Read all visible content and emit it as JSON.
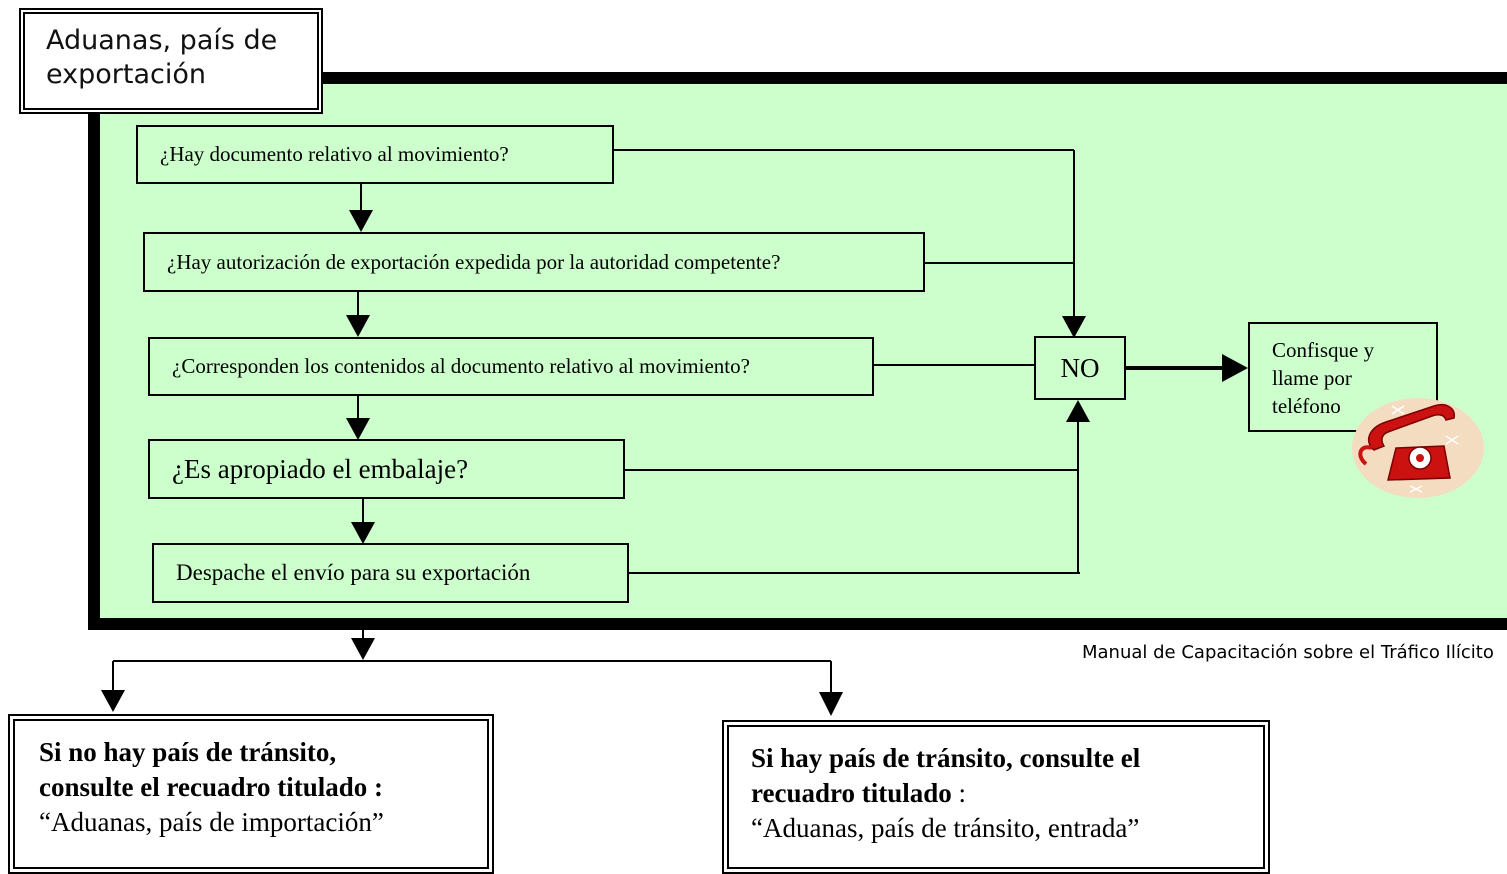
{
  "title": "Aduanas, país de exportación",
  "questions": [
    "¿Hay documento relativo al movimiento?",
    "¿Hay autorización de exportación expedida por la autoridad competente?",
    "¿Corresponden los contenidos al documento relativo al movimiento?",
    "¿Es apropiado el embalaje?",
    "Despache el envío para su exportación"
  ],
  "no_label": "NO",
  "confiscate": {
    "line1": "Confisque y",
    "line2": "llame por",
    "line3": "teléfono",
    "icon": "telephone-icon"
  },
  "footer_note": "Manual de Capacitación sobre el Tráfico Ilícito",
  "outcomes": {
    "no_transit": {
      "bold_line1": "Si no hay país de tránsito,",
      "bold_line2": "consulte el recuadro titulado :",
      "ref": "“Aduanas, país de importación”"
    },
    "transit": {
      "bold_line1": "Si hay país de tránsito, consulte el",
      "bold_line2": "recuadro titulado",
      "colon": " :",
      "ref": "“Aduanas, país de tránsito, entrada”"
    }
  },
  "colors": {
    "panel": "#ccffcc",
    "border": "#000000",
    "phone": "#cc1111",
    "phone_bg": "#f3dcc0"
  }
}
